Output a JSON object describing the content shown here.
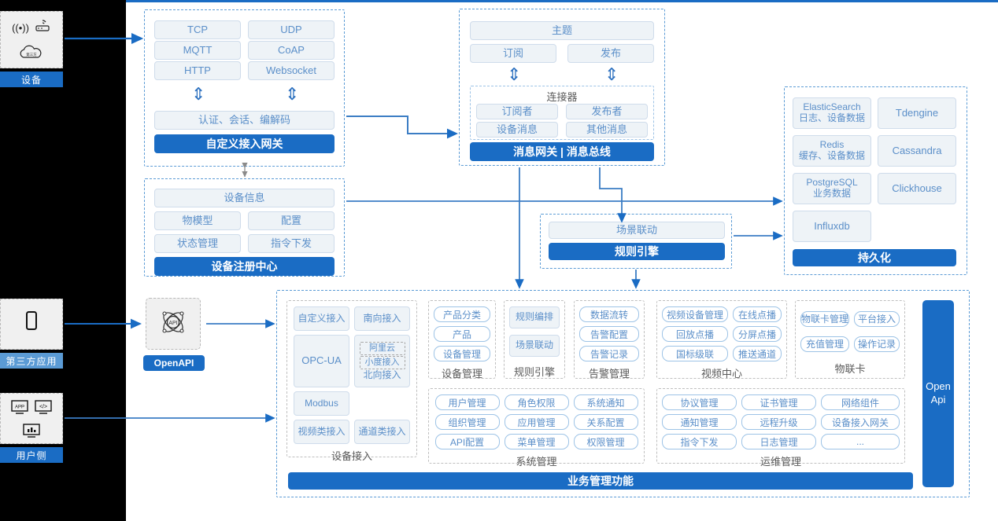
{
  "left_panel": {
    "device": {
      "label": "设备",
      "icons": [
        "signal-icon",
        "router-icon",
        "cloud-icon"
      ]
    },
    "third_party": {
      "label": "第三方应用",
      "icons": [
        "mobile-icon"
      ]
    },
    "user_side": {
      "label": "用户侧",
      "icons": [
        "app-icon",
        "code-icon",
        "dashboard-icon"
      ]
    }
  },
  "gateway": {
    "protocols": [
      "TCP",
      "UDP",
      "MQTT",
      "CoAP",
      "HTTP",
      "Websocket"
    ],
    "middle": "认证、会话、编解码",
    "title": "自定义接入网关",
    "arrow_glyph": "⇕"
  },
  "message_bus": {
    "topic": "主题",
    "subscribe": "订阅",
    "publish": "发布",
    "connector_title": "连接器",
    "connector_items": [
      "订阅者",
      "发布者",
      "设备消息",
      "其他消息"
    ],
    "title": "消息网关 | 消息总线",
    "arrow_glyph": "⇕"
  },
  "registry": {
    "info": "设备信息",
    "items": [
      "物模型",
      "配置",
      "状态管理",
      "指令下发"
    ],
    "title": "设备注册中心"
  },
  "rule_engine": {
    "scene": "场景联动",
    "title": "规则引擎"
  },
  "persistence": {
    "stores": [
      {
        "name": "ElasticSearch",
        "sub": "日志、设备数据"
      },
      {
        "name": "Tdengine",
        "sub": ""
      },
      {
        "name": "Redis",
        "sub": "缓存、设备数据"
      },
      {
        "name": "Cassandra",
        "sub": ""
      },
      {
        "name": "PostgreSQL",
        "sub": "业务数据"
      },
      {
        "name": "Clickhouse",
        "sub": ""
      },
      {
        "name": "Influxdb",
        "sub": ""
      }
    ],
    "title": "持久化"
  },
  "openapi": {
    "label": "OpenAPI",
    "icon": "api-atom-icon"
  },
  "open_api_bar": {
    "line1": "Open",
    "line2": "Api"
  },
  "business": {
    "bottom_title": "业务管理功能",
    "modules": [
      {
        "caption": "设备接入",
        "layout": "access",
        "rows": [
          [
            "自定义接入",
            "南向接入"
          ],
          [
            "OPC-UA",
            "阿里云"
          ],
          [
            "Modbus",
            "小度接入"
          ],
          [
            "视频类接入",
            "通道类接入"
          ]
        ],
        "nested_label": "北向接入"
      },
      {
        "caption": "设备管理",
        "rows": [
          [
            "产品分类"
          ],
          [
            "产品"
          ],
          [
            "设备管理"
          ]
        ]
      },
      {
        "caption": "规则引擎",
        "rows": [
          [
            "规则编排"
          ],
          [
            "场景联动"
          ]
        ]
      },
      {
        "caption": "告警管理",
        "rows": [
          [
            "数据流转"
          ],
          [
            "告警配置"
          ],
          [
            "告警记录"
          ]
        ]
      },
      {
        "caption": "视频中心",
        "rows": [
          [
            "视频设备管理",
            "在线点播"
          ],
          [
            "回放点播",
            "分屏点播"
          ],
          [
            "国标级联",
            "推送通道"
          ]
        ]
      },
      {
        "caption": "物联卡",
        "rows": [
          [
            "物联卡管理",
            "平台接入"
          ],
          [
            "充值管理",
            "操作记录"
          ]
        ]
      },
      {
        "caption": "系统管理",
        "rows": [
          [
            "用户管理",
            "角色权限",
            "系统通知"
          ],
          [
            "组织管理",
            "应用管理",
            "关系配置"
          ],
          [
            "API配置",
            "菜单管理",
            "权限管理"
          ]
        ]
      },
      {
        "caption": "运维管理",
        "rows": [
          [
            "协议管理",
            "证书管理",
            "网络组件"
          ],
          [
            "通知管理",
            "远程升级",
            "设备接入网关"
          ],
          [
            "指令下发",
            "日志管理",
            "..."
          ]
        ]
      }
    ]
  },
  "colors": {
    "accent": "#1a6cc4",
    "light_blue": "#5b9bd5",
    "cell_bg": "#eef3f7",
    "text_blue": "#5b8fc9"
  }
}
